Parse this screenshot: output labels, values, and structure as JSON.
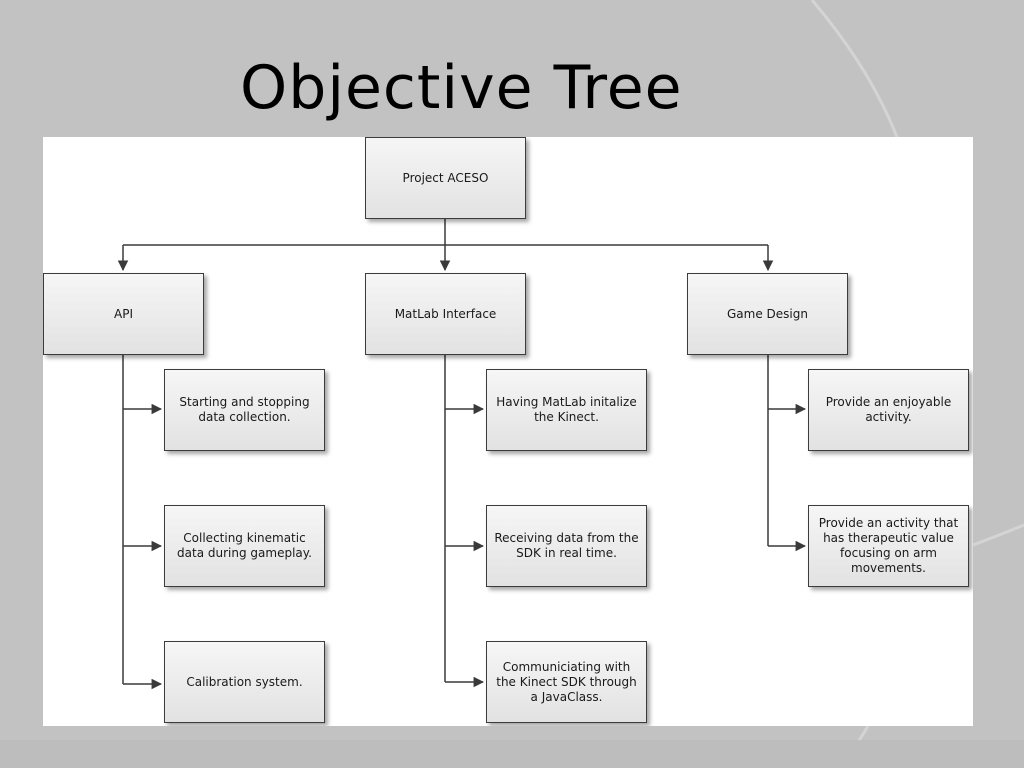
{
  "slide": {
    "title": "Objective Tree"
  },
  "tree": {
    "root": "Project ACESO",
    "branches": [
      {
        "label": "API",
        "children": [
          "Starting  and stopping data collection.",
          "Collecting kinematic data during gameplay.",
          "Calibration system."
        ]
      },
      {
        "label": "MatLab Interface",
        "children": [
          "Having MatLab initalize the Kinect.",
          "Receiving data from the SDK in real time.",
          "Communiciating with the Kinect SDK through a JavaClass."
        ]
      },
      {
        "label": "Game Design",
        "children": [
          "Provide an enjoyable activity.",
          "Provide an activity that has therapeutic value focusing on arm movements."
        ]
      }
    ]
  },
  "colors": {
    "slide_background": "#c2c2c2",
    "panel_background": "#ffffff",
    "box_border": "#3c3c3c",
    "connector": "#3a3a3a"
  }
}
